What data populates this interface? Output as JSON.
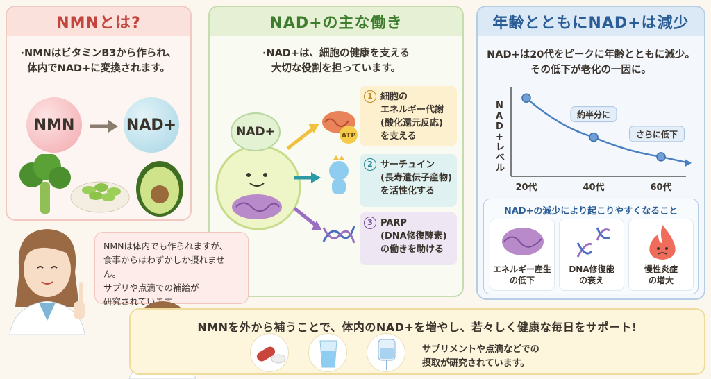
{
  "panel_nmn": {
    "title": "NMNとは?",
    "line1": "·NMNはビタミンB3から作られ、",
    "line2": "体内でNAD+に変換されます。",
    "from_label": "NMN",
    "to_label": "NAD+"
  },
  "panel_roles": {
    "title": "NAD+の主な働き",
    "line1": "·NAD+は、細胞の健康を支える",
    "line2": "大切な役割を担っています。",
    "cell_label": "NAD+",
    "atp_label": "ATP",
    "roles": [
      {
        "num": "1",
        "l1": "細胞の",
        "l2": "エネルギー代謝",
        "l3": "(酸化還元反応)",
        "l4": "を支える"
      },
      {
        "num": "2",
        "l1": "サーチュイン",
        "l2": "(長寿遺伝子産物)",
        "l3": "を活性化する"
      },
      {
        "num": "3",
        "l1": "PARP",
        "l2": "(DNA修復酵素)",
        "l3": "の働きを助ける"
      }
    ]
  },
  "panel_age": {
    "title": "年齢とともにNAD+は減少",
    "line1": "NAD+は20代をピークに年齢とともに減少。",
    "line2": "その低下が老化の一因に。",
    "effects_title": "NAD+の減少により起こりやすくなること",
    "effects": [
      {
        "l1": "エネルギー産生",
        "l2": "の低下"
      },
      {
        "l1": "DNA修復能",
        "l2": "の衰え"
      },
      {
        "l1": "慢性炎症",
        "l2": "の増大"
      }
    ]
  },
  "chart_data": {
    "type": "line",
    "ylabel": "NAD+レベル",
    "categories": [
      "20代",
      "40代",
      "60代"
    ],
    "values": [
      100,
      50,
      25
    ],
    "ylim": [
      0,
      110
    ],
    "annotations": [
      "約半分に",
      "さらに低下"
    ],
    "grid": false
  },
  "speech": {
    "l1": "NMNは体内でも作られますが、",
    "l2": "食事からはわずかしか摂れません。",
    "l3": "サプリや点滴での補給が",
    "l4": "研究されています。"
  },
  "banner": {
    "message": "NMNを外から補うことで、体内のNAD+を増やし、若々しく健康な毎日をサポート!",
    "sub1": "サプリメントや点滴などでの",
    "sub2": "摂取が研究されています。"
  },
  "colors": {
    "nmn_accent": "#c2453e",
    "roles_accent": "#3e7d2e",
    "age_accent": "#2a5d95",
    "line": "#4a7fc1"
  }
}
